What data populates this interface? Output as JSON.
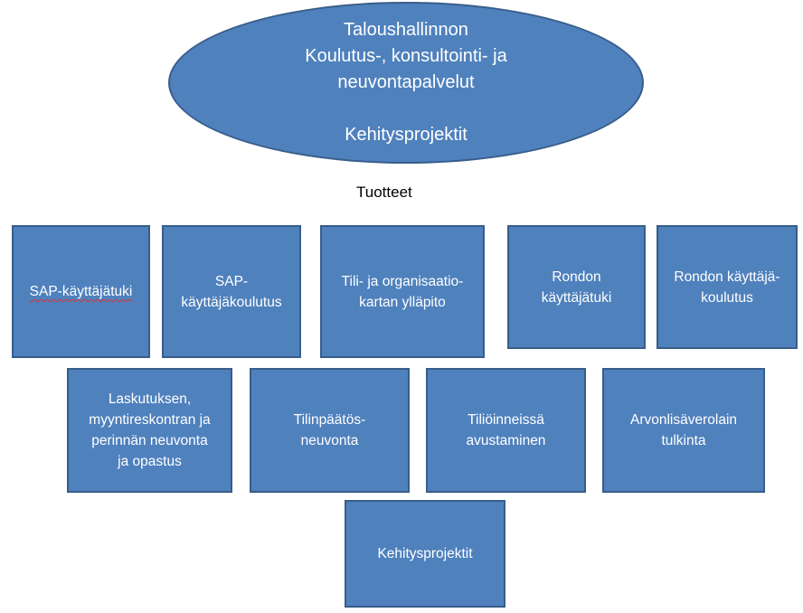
{
  "header": {
    "line1": "Taloushallinnon",
    "line2": "Koulutus-, konsultointi- ja",
    "line3": "neuvontapalvelut",
    "line4": "Kehitysprojektit"
  },
  "products_label": "Tuotteet",
  "row1": [
    {
      "label": "SAP-käyttäjätuki"
    },
    {
      "label": "SAP-\nkäyttäjäkoulutus"
    },
    {
      "label": "Tili- ja organisaatio-\nkartan ylläpito"
    },
    {
      "label": "Rondon\nkäyttäjätuki"
    },
    {
      "label": "Rondon käyttäjä-\nkoulutus"
    }
  ],
  "row2": [
    {
      "label": "Laskutuksen,\nmyyntireskontran ja\nperinnän  neuvonta\nja opastus"
    },
    {
      "label": "Tilinpäätös-\nneuvonta"
    },
    {
      "label": "Tiliöinneissä\navustaminen"
    },
    {
      "label": "Arvonlisäverolain\ntulkinta"
    }
  ],
  "row3": [
    {
      "label": "Kehitysprojektit"
    }
  ],
  "colors": {
    "fill": "#4f81bd",
    "border": "#385d8a",
    "text": "#ffffff"
  }
}
